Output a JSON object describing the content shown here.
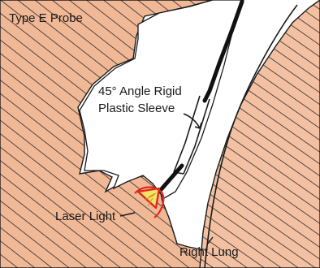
{
  "title": "Type E Probe",
  "labels": {
    "sleeve_line1": "45° Angle Rigid",
    "sleeve_line2": "Plastic Sleeve",
    "laser": "Laser Light",
    "lung": "Right Lung"
  },
  "colors": {
    "tissue": "#f1b896",
    "hatch": "#2a2a2a",
    "laser_fill": "#f3e36a",
    "laser_outline": "#e02a1f",
    "probe": "#111111"
  }
}
